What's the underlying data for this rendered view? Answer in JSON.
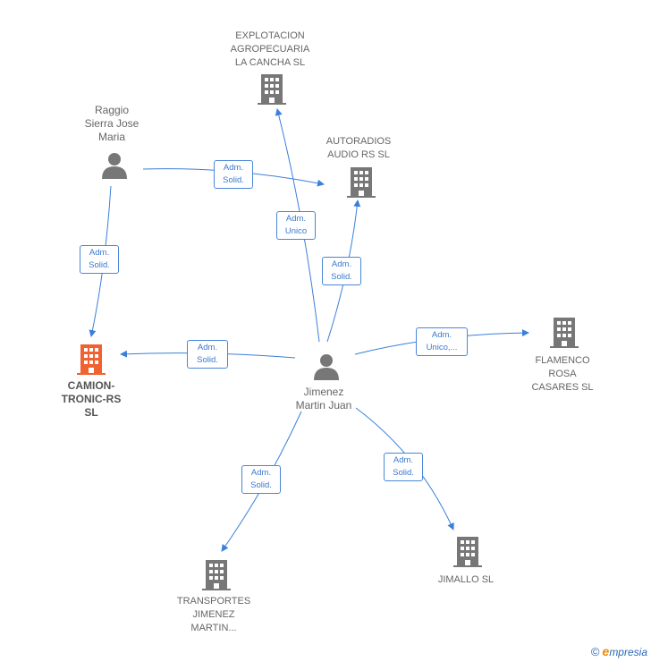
{
  "nodes": {
    "explotacion": {
      "label": "EXPLOTACION\nAGROPECUARIA\nLA CANCHA SL",
      "icon": "building-icon",
      "color": "#777777"
    },
    "autoradios": {
      "label": "AUTORADIOS\nAUDIO RS SL",
      "icon": "building-icon",
      "color": "#777777"
    },
    "raggio": {
      "label": "Raggio\nSierra Jose\nMaria",
      "icon": "person-icon",
      "color": "#777777"
    },
    "camion": {
      "label": "CAMION-\nTRONIC-RS\nSL",
      "icon": "building-icon",
      "color": "#f0622f"
    },
    "jimenez": {
      "label": "Jimenez\nMartin Juan",
      "icon": "person-icon",
      "color": "#777777"
    },
    "flamenco": {
      "label": "FLAMENCO\nROSA\nCASARES  SL",
      "icon": "building-icon",
      "color": "#777777"
    },
    "transportes": {
      "label": "TRANSPORTES\nJIMENEZ\nMARTIN...",
      "icon": "building-icon",
      "color": "#777777"
    },
    "jimallo": {
      "label": "JIMALLO  SL",
      "icon": "building-icon",
      "color": "#777777"
    }
  },
  "edges": [
    {
      "id": "raggio-autoradios",
      "label": "Adm.\nSolid."
    },
    {
      "id": "raggio-camion",
      "label": "Adm.\nSolid."
    },
    {
      "id": "jimenez-explotacion",
      "label": "Adm.\nUnico"
    },
    {
      "id": "jimenez-autoradios",
      "label": "Adm.\nSolid."
    },
    {
      "id": "jimenez-camion",
      "label": "Adm.\nSolid."
    },
    {
      "id": "jimenez-flamenco",
      "label": "Adm.\nUnico,..."
    },
    {
      "id": "jimenez-transportes",
      "label": "Adm.\nSolid."
    },
    {
      "id": "jimenez-jimallo",
      "label": "Adm.\nSolid."
    }
  ],
  "colors": {
    "edge": "#3b7fd9",
    "icon": "#777777",
    "highlight": "#f0622f"
  },
  "footer": {
    "copyright": "©",
    "brand_first": "e",
    "brand_rest": "mpresia"
  }
}
